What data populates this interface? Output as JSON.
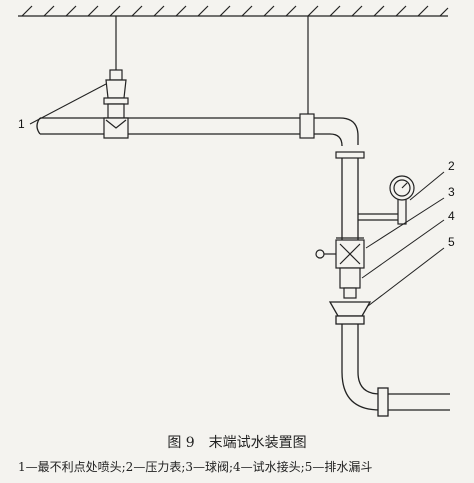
{
  "figure": {
    "caption": "图 9　末端试水装置图",
    "legend": "1—最不利点处喷头;2—压力表;3—球阀;4—试水接头;5—排水漏斗"
  },
  "callouts": [
    {
      "number": "1"
    },
    {
      "number": "2"
    },
    {
      "number": "3"
    },
    {
      "number": "4"
    },
    {
      "number": "5"
    }
  ]
}
